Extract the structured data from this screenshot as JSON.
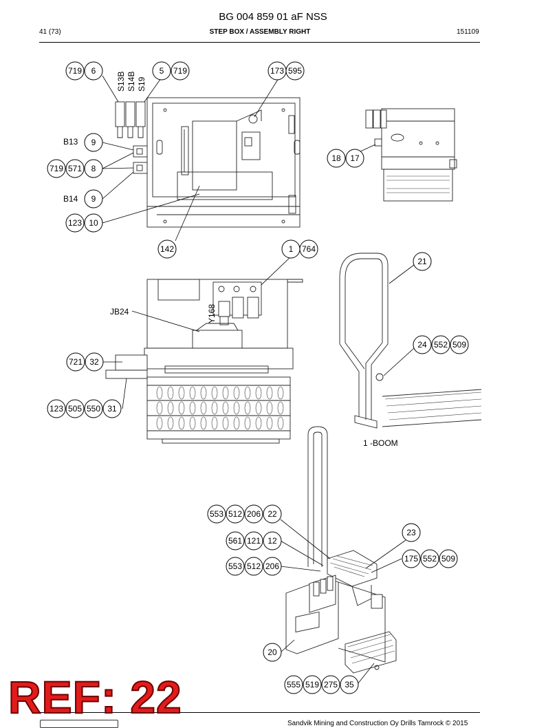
{
  "header": {
    "doc_title": "BG 004 859 01 aF NSS",
    "page": "41 (73)",
    "subtitle": "STEP BOX / ASSEMBLY RIGHT",
    "date_code": "151109"
  },
  "labels": {
    "s13b": "S13B",
    "s14b": "S14B",
    "s19": "S19",
    "b13": "B13",
    "b14": "B14",
    "jb24": "JB24",
    "y168": "Y168",
    "boom": "1 -BOOM"
  },
  "callouts": {
    "c719a": "719",
    "c6": "6",
    "c5": "5",
    "c719b": "719",
    "c173": "173",
    "c595a": "595",
    "c9a": "9",
    "c719c": "719",
    "c571": "571",
    "c8": "8",
    "c9b": "9",
    "c123a": "123",
    "c10": "10",
    "c18": "18",
    "c17": "17",
    "c142": "142",
    "c1": "1",
    "c764": "764",
    "c21": "21",
    "c721": "721",
    "c32": "32",
    "c123b": "123",
    "c505": "505",
    "c550": "550",
    "c31": "31",
    "c24": "24",
    "c552a": "552",
    "c509a": "509",
    "c553a": "553",
    "c512a": "512",
    "c206a": "206",
    "c22": "22",
    "c561": "561",
    "c121": "121",
    "c12": "12",
    "c553b": "553",
    "c512b": "512",
    "c206b": "206",
    "c23": "23",
    "c175": "175",
    "c552b": "552",
    "c509b": "509",
    "c20": "20",
    "c555": "555",
    "c519": "519",
    "c275": "275",
    "c35": "35"
  },
  "ref_stamp": "REF: 22",
  "footer": {
    "copyright": "Sandvik Mining and Construction Oy Drills Tamrock © 2015"
  }
}
